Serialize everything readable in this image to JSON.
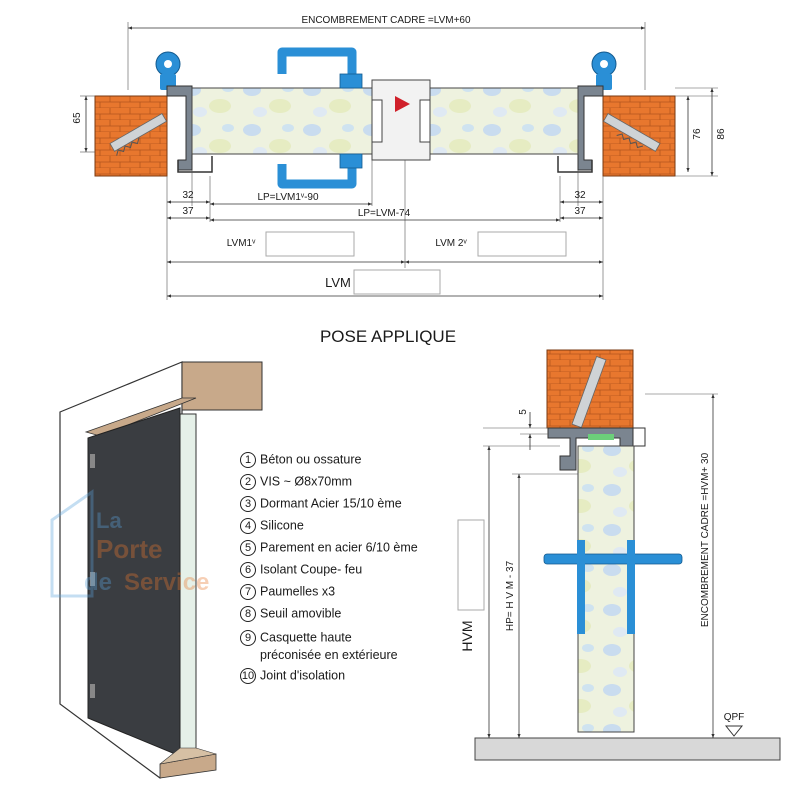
{
  "top_view": {
    "encombrement": "ENCOMBREMENT CADRE =LVM+60",
    "dim_65": "65",
    "dim_76": "76",
    "dim_86": "86",
    "dim_32_left": "32",
    "dim_37_left": "37",
    "dim_32_right": "32",
    "dim_37_right": "37",
    "lp_lvm1": "LP=LVM1ᵛ-90",
    "lp_lvm": "LP=LVM-74",
    "lvm1": "LVM1ᵛ",
    "lvm2": "LVM 2ᵛ",
    "lvm": "LVM"
  },
  "title": "POSE APPLIQUE",
  "legend": [
    {
      "num": "1",
      "text": "Béton ou ossature"
    },
    {
      "num": "2",
      "text": "VIS ~ Ø8x70mm"
    },
    {
      "num": "3",
      "text": "Dormant Acier 15/10 ème"
    },
    {
      "num": "4",
      "text": "Silicone"
    },
    {
      "num": "5",
      "text": "Parement en acier 6/10 ème"
    },
    {
      "num": "6",
      "text": "Isolant  Coupe- feu"
    },
    {
      "num": "7",
      "text": "Paumelles x3"
    },
    {
      "num": "8",
      "text": "Seuil amovible"
    },
    {
      "num": "9",
      "text": "Casquette haute"
    },
    {
      "num": "",
      "text": "préconisée en extérieure"
    },
    {
      "num": "10",
      "text": "Joint d'isolation"
    }
  ],
  "side_view": {
    "dim_5": "5",
    "hvm": "HVM",
    "hp": "HP=   H V M   - 37",
    "encombrement": "ENCOMBREMENT CADRE =HVM+  30",
    "qpf": "QPF"
  },
  "watermark": "La Porte de Service",
  "colors": {
    "brick": "#e8772e",
    "steel_blue": "#2a8fd6",
    "door_dark": "#3a3d41",
    "lintel": "#c8a98a",
    "floor": "#d8d8d8"
  }
}
